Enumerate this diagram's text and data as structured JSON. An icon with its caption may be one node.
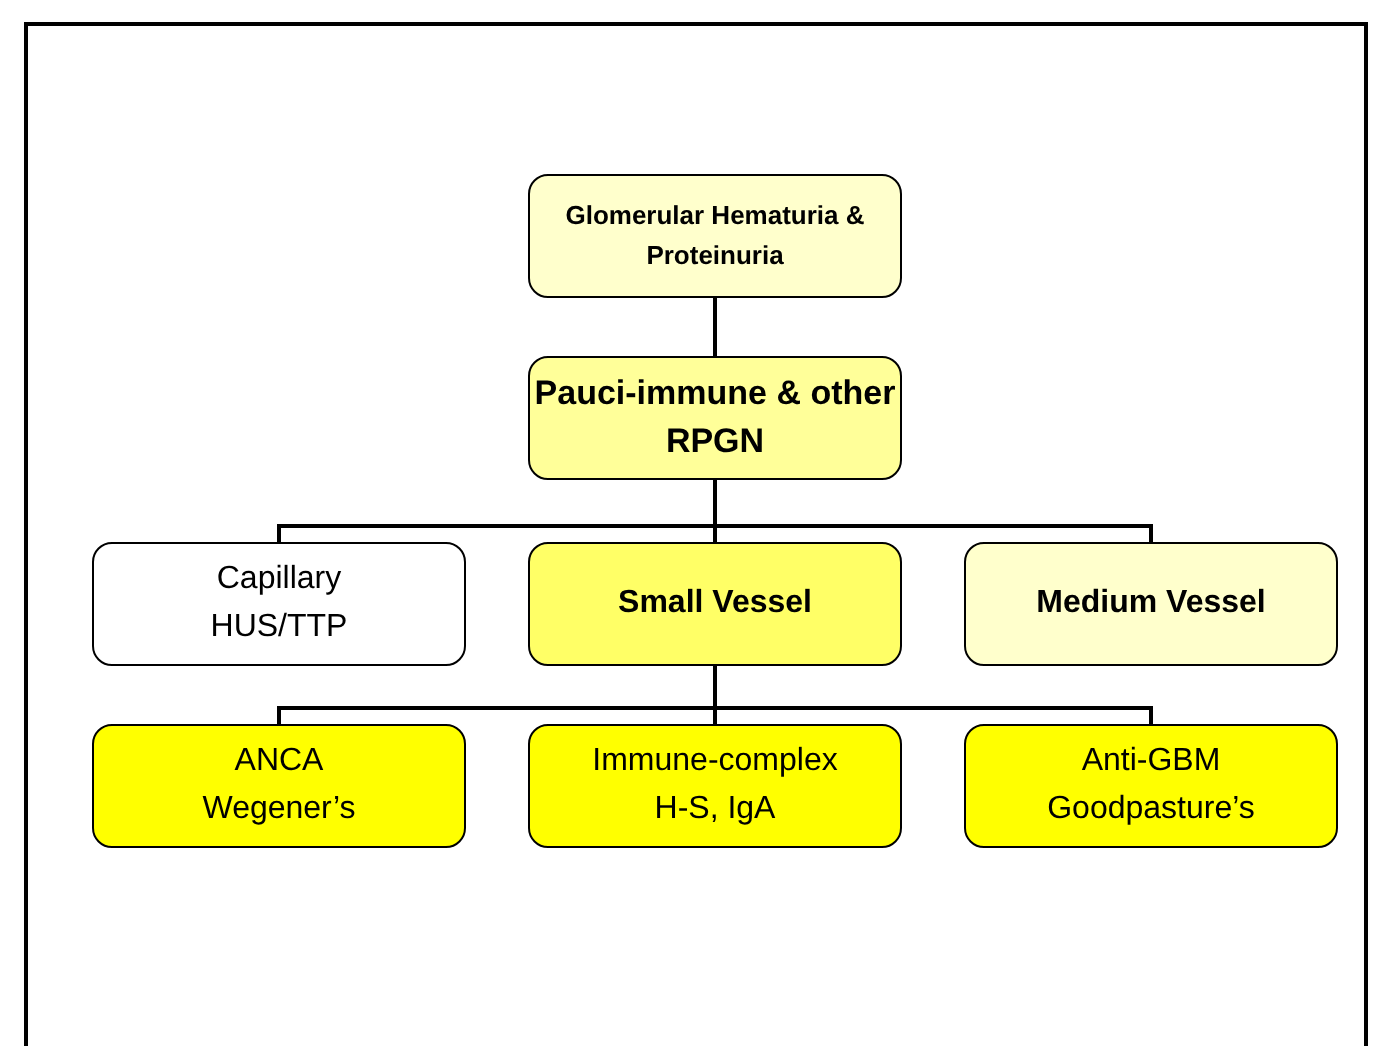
{
  "diagram": {
    "nodes": [
      {
        "text": [
          "Glomerular Hematuria & Proteinuria"
        ]
      },
      {
        "text": [
          "Pauci-immune & other RPGN"
        ]
      },
      {
        "text": [
          "Capillary",
          "HUS/TTP"
        ]
      },
      {
        "text": [
          "Small Vessel"
        ]
      },
      {
        "text": [
          "Medium Vessel"
        ]
      },
      {
        "text": [
          "ANCA",
          "Wegener’s"
        ]
      },
      {
        "text": [
          "Immune-complex",
          "H-S, IgA"
        ]
      },
      {
        "text": [
          "Anti-GBM",
          "Goodpasture’s"
        ]
      }
    ],
    "edges": [
      {
        "from": 0,
        "to": 1,
        "arrow": "none"
      },
      {
        "from": 1,
        "to": 2,
        "arrow": "none"
      },
      {
        "from": 1,
        "to": 3,
        "arrow": "none"
      },
      {
        "from": 1,
        "to": 4,
        "arrow": "none"
      },
      {
        "from": 3,
        "to": 5,
        "arrow": "none"
      },
      {
        "from": 3,
        "to": 6,
        "arrow": "none"
      },
      {
        "from": 3,
        "to": 7,
        "arrow": "none"
      }
    ]
  }
}
